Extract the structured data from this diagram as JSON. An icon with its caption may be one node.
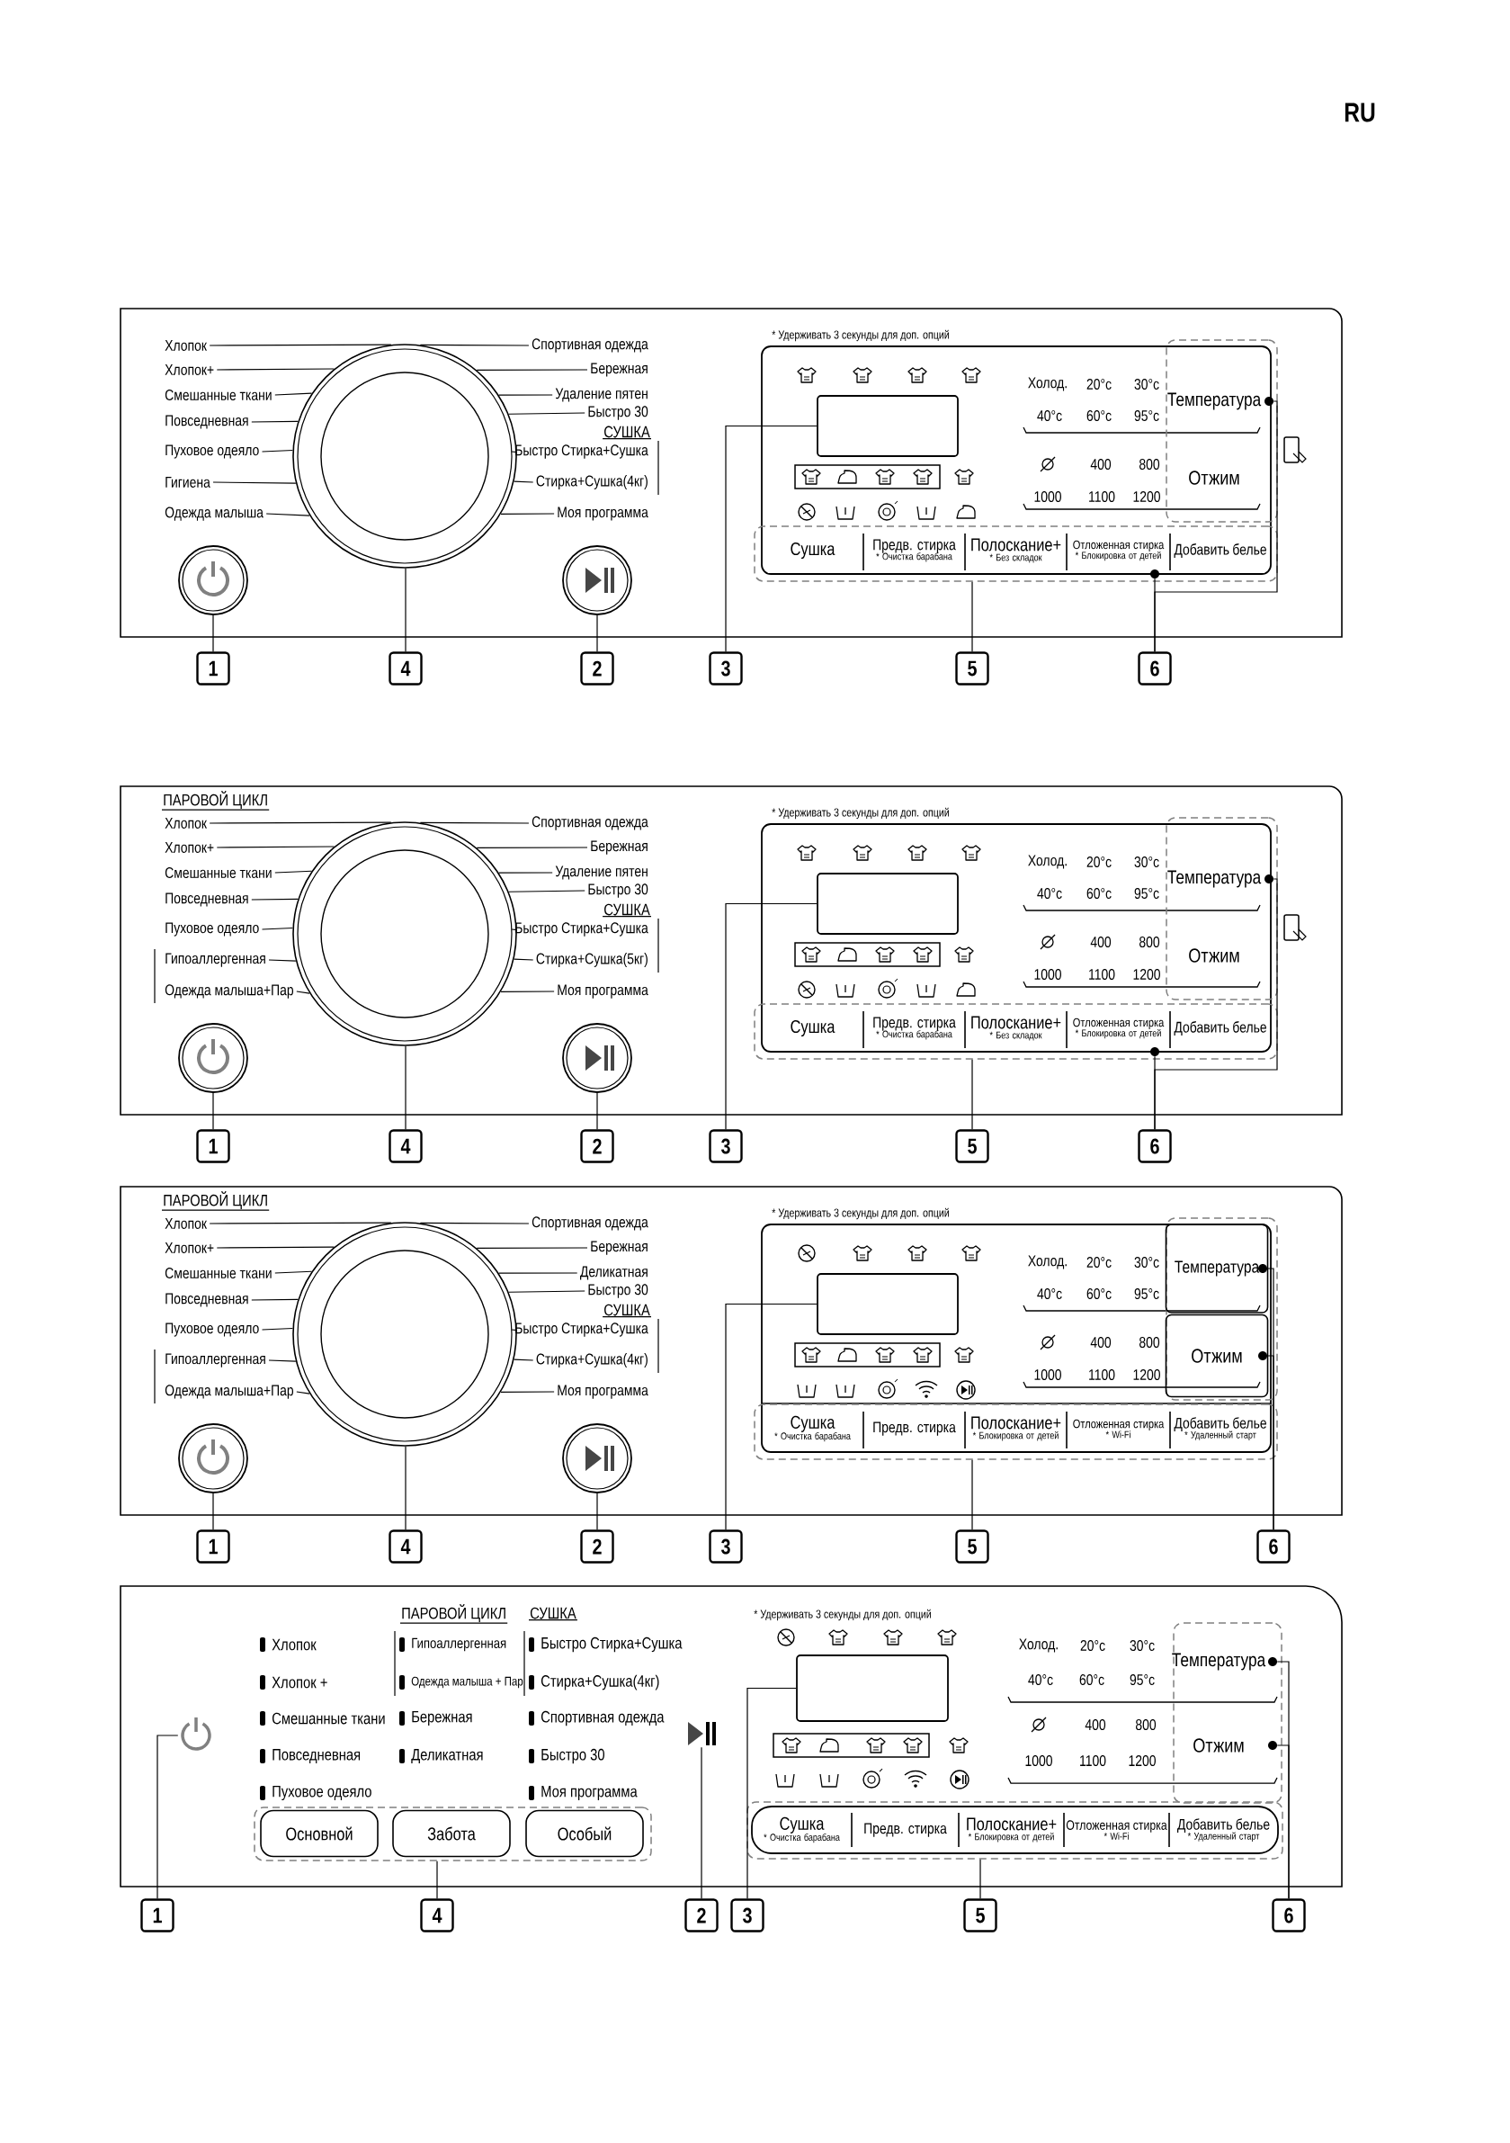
{
  "diagram": {
    "nodes": [
      {
        "text": [],
        "shape": "box"
      },
      {
        "text": [],
        "shape": "circle",
        "in": 0
      },
      {
        "text": [
          "Хлопок"
        ],
        "in": 0
      },
      {
        "text": [
          "Хлопок+"
        ],
        "in": 0
      },
      {
        "text": [
          "Смешанные ткани"
        ],
        "in": 0
      },
      {
        "text": [
          "Повседневная"
        ],
        "in": 0
      },
      {
        "text": [
          "Пуховое одеяло"
        ],
        "in": 0
      },
      {
        "text": [
          "Гигиена"
        ],
        "in": 0
      },
      {
        "text": [
          "Одежда малыша"
        ],
        "in": 0
      },
      {
        "text": [
          "Спортивная одежда"
        ],
        "in": 0
      },
      {
        "text": [
          "Бережная"
        ],
        "in": 0
      },
      {
        "text": [
          "Удаление пятен"
        ],
        "in": 0
      },
      {
        "text": [
          "Быстро 30"
        ],
        "in": 0
      },
      {
        "text": [
          "Быстро Стирка+Сушка"
        ],
        "in": 0
      },
      {
        "text": [
          "Стирка+Сушка(4кг)"
        ],
        "in": 0
      },
      {
        "text": [
          "Моя программа"
        ],
        "in": 0
      },
      {
        "text": [],
        "shape": "circle",
        "in": 0
      },
      {
        "text": [],
        "shape": "circle",
        "in": 0
      },
      {
        "text": [],
        "shape": "box",
        "in": 0
      },
      {
        "text": [],
        "shape": "box",
        "in": 18
      },
      {
        "text": [],
        "shape": "box",
        "in": 0
      },
      {
        "text": [
          "Температура"
        ],
        "in": 20
      },
      {
        "text": [
          "Отжим"
        ],
        "in": 20
      },
      {
        "text": [],
        "shape": "box",
        "in": 0
      },
      {
        "text": [
          "Сушка"
        ],
        "in": 23
      },
      {
        "text": [
          "Предв. стирка",
          "* Очистка барабана"
        ],
        "in": 23
      },
      {
        "text": [
          "Полоскание+",
          "* Без складок"
        ],
        "in": 23
      },
      {
        "text": [
          "Отложенная стирка",
          "* Блокировка от детей"
        ],
        "in": 23
      },
      {
        "text": [
          "Добавить белье"
        ],
        "in": 23
      },
      {
        "text": [
          "1"
        ]
      },
      {
        "text": [
          "4"
        ]
      },
      {
        "text": [
          "2"
        ]
      },
      {
        "text": [
          "3"
        ]
      },
      {
        "text": [
          "5"
        ]
      },
      {
        "text": [
          "6"
        ]
      },
      {
        "text": [],
        "shape": "box"
      },
      {
        "text": [],
        "shape": "circle",
        "in": 35
      },
      {
        "text": [
          "Хлопок"
        ],
        "in": 35
      },
      {
        "text": [
          "Хлопок+"
        ],
        "in": 35
      },
      {
        "text": [
          "Смешанные ткани"
        ],
        "in": 35
      },
      {
        "text": [
          "Повседневная"
        ],
        "in": 35
      },
      {
        "text": [
          "Пуховое одеяло"
        ],
        "in": 35
      },
      {
        "text": [
          "Гипоаллергенная"
        ],
        "in": 35
      },
      {
        "text": [
          "Одежда малыша+Пар"
        ],
        "in": 35
      },
      {
        "text": [
          "Спортивная одежда"
        ],
        "in": 35
      },
      {
        "text": [
          "Бережная"
        ],
        "in": 35
      },
      {
        "text": [
          "Удаление пятен"
        ],
        "in": 35
      },
      {
        "text": [
          "Быстро 30"
        ],
        "in": 35
      },
      {
        "text": [
          "Быстро Стирка+Сушка"
        ],
        "in": 35
      },
      {
        "text": [
          "Стирка+Сушка(5кг)"
        ],
        "in": 35
      },
      {
        "text": [
          "Моя программа"
        ],
        "in": 35
      },
      {
        "text": [],
        "shape": "circle",
        "in": 35
      },
      {
        "text": [],
        "shape": "circle",
        "in": 35
      },
      {
        "text": [],
        "shape": "box",
        "in": 35
      },
      {
        "text": [],
        "shape": "box",
        "in": 53
      },
      {
        "text": [],
        "shape": "box",
        "in": 35
      },
      {
        "text": [
          "Температура"
        ],
        "in": 55
      },
      {
        "text": [
          "Отжим"
        ],
        "in": 55
      },
      {
        "text": [],
        "shape": "box",
        "in": 35
      },
      {
        "text": [
          "Сушка"
        ],
        "in": 58
      },
      {
        "text": [
          "Предв. стирка",
          "* Очистка барабана"
        ],
        "in": 58
      },
      {
        "text": [
          "Полоскание+",
          "* Без складок"
        ],
        "in": 58
      },
      {
        "text": [
          "Отложенная стирка",
          "* Блокировка от детей"
        ],
        "in": 58
      },
      {
        "text": [
          "Добавить белье"
        ],
        "in": 58
      },
      {
        "text": [
          "1"
        ]
      },
      {
        "text": [
          "4"
        ]
      },
      {
        "text": [
          "2"
        ]
      },
      {
        "text": [
          "3"
        ]
      },
      {
        "text": [
          "5"
        ]
      },
      {
        "text": [
          "6"
        ]
      },
      {
        "text": [],
        "shape": "box"
      },
      {
        "text": [],
        "shape": "circle",
        "in": 70
      },
      {
        "text": [
          "Хлопок"
        ],
        "in": 70
      },
      {
        "text": [
          "Хлопок+"
        ],
        "in": 70
      },
      {
        "text": [
          "Смешанные ткани"
        ],
        "in": 70
      },
      {
        "text": [
          "Повседневная"
        ],
        "in": 70
      },
      {
        "text": [
          "Пуховое одеяло"
        ],
        "in": 70
      },
      {
        "text": [
          "Гипоаллергенная"
        ],
        "in": 70
      },
      {
        "text": [
          "Одежда малыша+Пар"
        ],
        "in": 70
      },
      {
        "text": [
          "Спортивная одежда"
        ],
        "in": 70
      },
      {
        "text": [
          "Бережная"
        ],
        "in": 70
      },
      {
        "text": [
          "Деликатная"
        ],
        "in": 70
      },
      {
        "text": [
          "Быстро 30"
        ],
        "in": 70
      },
      {
        "text": [
          "Быстро Стирка+Сушка"
        ],
        "in": 70
      },
      {
        "text": [
          "Стирка+Сушка(4кг)"
        ],
        "in": 70
      },
      {
        "text": [
          "Моя программа"
        ],
        "in": 70
      },
      {
        "text": [],
        "shape": "circle",
        "in": 70
      },
      {
        "text": [],
        "shape": "circle",
        "in": 70
      },
      {
        "text": [],
        "shape": "box",
        "in": 70
      },
      {
        "text": [],
        "shape": "box",
        "in": 88
      },
      {
        "text": [],
        "shape": "box",
        "in": 70
      },
      {
        "text": [
          "Температура"
        ],
        "in": 90
      },
      {
        "text": [
          "Отжим"
        ],
        "in": 90
      },
      {
        "text": [],
        "shape": "box",
        "in": 70
      },
      {
        "text": [
          "Сушка",
          "* Очистка барабана"
        ],
        "in": 93
      },
      {
        "text": [
          "Предв. стирка"
        ],
        "in": 93
      },
      {
        "text": [
          "Полоскание+",
          "* Блокировка от детей"
        ],
        "in": 93
      },
      {
        "text": [
          "Отложенная стирка",
          "* Wi-Fi"
        ],
        "in": 93
      },
      {
        "text": [
          "Добавить белье",
          "* Удаленный старт"
        ],
        "in": 93
      },
      {
        "text": [
          "1"
        ]
      },
      {
        "text": [
          "4"
        ]
      },
      {
        "text": [
          "2"
        ]
      },
      {
        "text": [
          "3"
        ]
      },
      {
        "text": [
          "5"
        ]
      },
      {
        "text": [
          "6"
        ]
      },
      {
        "text": [],
        "shape": "box"
      },
      {
        "text": [],
        "shape": "picture",
        "in": 105
      },
      {
        "text": [],
        "shape": "box",
        "in": 105
      },
      {
        "text": [
          "Основной"
        ],
        "in": 107
      },
      {
        "text": [
          "Забота"
        ],
        "in": 107
      },
      {
        "text": [
          "Особый"
        ],
        "in": 107
      },
      {
        "text": [],
        "shape": "picture",
        "in": 105
      },
      {
        "text": [],
        "shape": "box",
        "in": 105
      },
      {
        "text": [],
        "shape": "box",
        "in": 105
      },
      {
        "text": [
          "Температура"
        ],
        "in": 113
      },
      {
        "text": [
          "Отжим"
        ],
        "in": 113
      },
      {
        "text": [],
        "shape": "box",
        "in": 105
      },
      {
        "text": [
          "Сушка",
          "* Очистка барабана"
        ],
        "in": 116
      },
      {
        "text": [
          "Предв. стирка"
        ],
        "in": 116
      },
      {
        "text": [
          "Полоскание+",
          "* Блокировка от детей"
        ],
        "in": 116
      },
      {
        "text": [
          "Отложенная стирка",
          "* Wi-Fi"
        ],
        "in": 116
      },
      {
        "text": [
          "Добавить белье",
          "* Удаленный старт"
        ],
        "in": 116
      },
      {
        "text": [
          "1"
        ]
      },
      {
        "text": [
          "4"
        ]
      },
      {
        "text": [
          "2"
        ]
      },
      {
        "text": [
          "3"
        ]
      },
      {
        "text": [
          "5"
        ]
      },
      {
        "text": [
          "6"
        ]
      },
      {
        "text": [],
        "shape": "circle",
        "in": 20
      },
      {
        "text": [],
        "shape": "circle",
        "in": 23
      },
      {
        "text": [],
        "shape": "circle",
        "in": 55
      },
      {
        "text": [],
        "shape": "circle",
        "in": 58
      },
      {
        "text": [],
        "shape": "circle",
        "in": 91
      },
      {
        "text": [],
        "shape": "circle",
        "in": 92
      },
      {
        "text": [],
        "shape": "circle",
        "in": 113
      },
      {
        "text": [],
        "shape": "circle",
        "in": 113
      }
    ],
    "edges": [
      {
        "from": 2,
        "to": 1,
        "arrow": "none"
      },
      {
        "from": 3,
        "to": 1,
        "arrow": "none"
      },
      {
        "from": 4,
        "to": 1,
        "arrow": "none"
      },
      {
        "from": 5,
        "to": 1,
        "arrow": "none"
      },
      {
        "from": 6,
        "to": 1,
        "arrow": "none"
      },
      {
        "from": 7,
        "to": 1,
        "arrow": "none"
      },
      {
        "from": 8,
        "to": 1,
        "arrow": "none"
      },
      {
        "from": 9,
        "to": 1,
        "arrow": "none"
      },
      {
        "from": 10,
        "to": 1,
        "arrow": "none"
      },
      {
        "from": 11,
        "to": 1,
        "arrow": "none"
      },
      {
        "from": 12,
        "to": 1,
        "arrow": "none"
      },
      {
        "from": 13,
        "to": 1,
        "arrow": "none"
      },
      {
        "from": 14,
        "to": 1,
        "arrow": "none"
      },
      {
        "from": 15,
        "to": 1,
        "arrow": "none"
      },
      {
        "from": 29,
        "to": 16,
        "arrow": "none"
      },
      {
        "from": 30,
        "to": 1,
        "arrow": "none"
      },
      {
        "from": 31,
        "to": 17,
        "arrow": "none"
      },
      {
        "from": 32,
        "to": 19,
        "arrow": "none"
      },
      {
        "from": 33,
        "to": 23,
        "arrow": "none"
      },
      {
        "from": 34,
        "to": 128,
        "arrow": "none"
      },
      {
        "from": 34,
        "to": 129,
        "arrow": "none"
      },
      {
        "from": 37,
        "to": 36,
        "arrow": "none"
      },
      {
        "from": 38,
        "to": 36,
        "arrow": "none"
      },
      {
        "from": 39,
        "to": 36,
        "arrow": "none"
      },
      {
        "from": 40,
        "to": 36,
        "arrow": "none"
      },
      {
        "from": 41,
        "to": 36,
        "arrow": "none"
      },
      {
        "from": 42,
        "to": 36,
        "arrow": "none"
      },
      {
        "from": 43,
        "to": 36,
        "arrow": "none"
      },
      {
        "from": 44,
        "to": 36,
        "arrow": "none"
      },
      {
        "from": 45,
        "to": 36,
        "arrow": "none"
      },
      {
        "from": 46,
        "to": 36,
        "arrow": "none"
      },
      {
        "from": 47,
        "to": 36,
        "arrow": "none"
      },
      {
        "from": 48,
        "to": 36,
        "arrow": "none"
      },
      {
        "from": 49,
        "to": 36,
        "arrow": "none"
      },
      {
        "from": 50,
        "to": 36,
        "arrow": "none"
      },
      {
        "from": 64,
        "to": 51,
        "arrow": "none"
      },
      {
        "from": 65,
        "to": 36,
        "arrow": "none"
      },
      {
        "from": 66,
        "to": 52,
        "arrow": "none"
      },
      {
        "from": 67,
        "to": 54,
        "arrow": "none"
      },
      {
        "from": 68,
        "to": 58,
        "arrow": "none"
      },
      {
        "from": 69,
        "to": 130,
        "arrow": "none"
      },
      {
        "from": 69,
        "to": 131,
        "arrow": "none"
      },
      {
        "from": 72,
        "to": 71,
        "arrow": "none"
      },
      {
        "from": 73,
        "to": 71,
        "arrow": "none"
      },
      {
        "from": 74,
        "to": 71,
        "arrow": "none"
      },
      {
        "from": 75,
        "to": 71,
        "arrow": "none"
      },
      {
        "from": 76,
        "to": 71,
        "arrow": "none"
      },
      {
        "from": 77,
        "to": 71,
        "arrow": "none"
      },
      {
        "from": 78,
        "to": 71,
        "arrow": "none"
      },
      {
        "from": 79,
        "to": 71,
        "arrow": "none"
      },
      {
        "from": 80,
        "to": 71,
        "arrow": "none"
      },
      {
        "from": 81,
        "to": 71,
        "arrow": "none"
      },
      {
        "from": 82,
        "to": 71,
        "arrow": "none"
      },
      {
        "from": 83,
        "to": 71,
        "arrow": "none"
      },
      {
        "from": 84,
        "to": 71,
        "arrow": "none"
      },
      {
        "from": 85,
        "to": 71,
        "arrow": "none"
      },
      {
        "from": 99,
        "to": 86,
        "arrow": "none"
      },
      {
        "from": 100,
        "to": 71,
        "arrow": "none"
      },
      {
        "from": 101,
        "to": 87,
        "arrow": "none"
      },
      {
        "from": 102,
        "to": 89,
        "arrow": "none"
      },
      {
        "from": 103,
        "to": 93,
        "arrow": "none"
      },
      {
        "from": 104,
        "to": 132,
        "arrow": "none"
      },
      {
        "from": 104,
        "to": 133,
        "arrow": "none"
      },
      {
        "from": 122,
        "to": 106,
        "arrow": "none"
      },
      {
        "from": 123,
        "to": 107,
        "arrow": "none"
      },
      {
        "from": 124,
        "to": 111,
        "arrow": "none"
      },
      {
        "from": 125,
        "to": 112,
        "arrow": "none"
      },
      {
        "from": 126,
        "to": 116,
        "arrow": "none"
      },
      {
        "from": 127,
        "to": 134,
        "arrow": "none"
      },
      {
        "from": 127,
        "to": 135,
        "arrow": "none"
      }
    ],
    "labels": [
      "RU",
      "СУШКА",
      "* Удерживать 3 секунды для доп. опций",
      "Холод.",
      "20°c",
      "30°c",
      "40°c",
      "60°c",
      "95°c",
      "400",
      "800",
      "1000",
      "1100",
      "1200",
      "ПАРОВОЙ ЦИКЛ",
      "СУШКА",
      "* Удерживать 3 секунды для доп. опций",
      "Холод.",
      "20°c",
      "30°c",
      "40°c",
      "60°c",
      "95°c",
      "400",
      "800",
      "1000",
      "1100",
      "1200",
      "ПАРОВОЙ ЦИКЛ",
      "СУШКА",
      "* Удерживать 3 секунды для доп. опций",
      "Холод.",
      "20°c",
      "30°c",
      "40°c",
      "60°c",
      "95°c",
      "400",
      "800",
      "1000",
      "1100",
      "1200",
      "ПАРОВОЙ ЦИКЛ",
      "СУШКА",
      "Хлопок",
      "Гипоаллергенная",
      "Быстро Стирка+Сушка",
      "Хлопок +",
      "Одежда малыша + Пар",
      "Стирка+Сушка(4кг)",
      "Смешанные ткани",
      "Бережная",
      "Спортивная одежда",
      "Повседневная",
      "Деликатная",
      "Быстро 30",
      "Пуховое одеяло",
      "Моя программа",
      "* Удерживать 3 секунды для доп. опций",
      "Холод.",
      "20°c",
      "30°c",
      "40°c",
      "60°c",
      "95°c",
      "400",
      "800",
      "1000",
      "1100",
      "1200"
    ]
  }
}
